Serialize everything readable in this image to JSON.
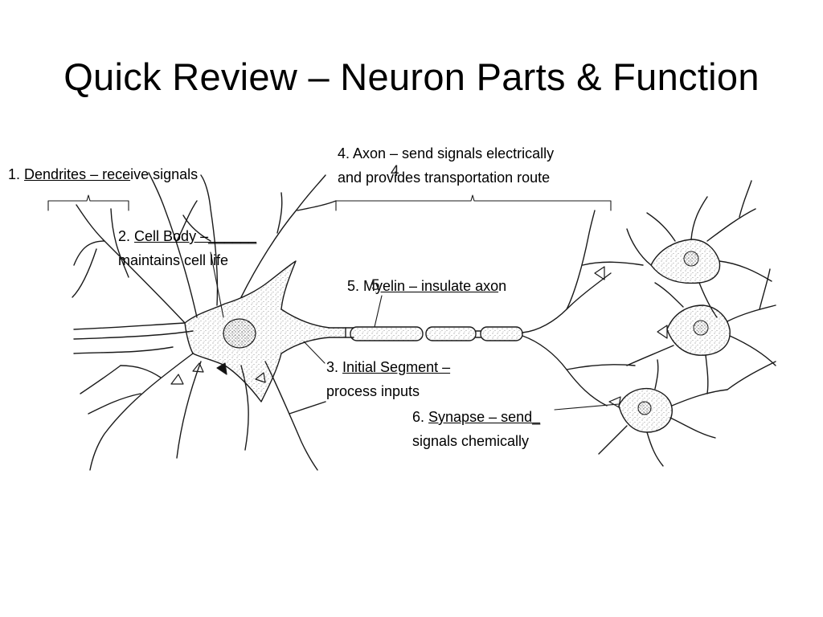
{
  "slide": {
    "title": "Quick Review – Neuron Parts & Function"
  },
  "labels": {
    "dendrites": {
      "number": "1.",
      "name": "Dendrites – rece",
      "rest": "ive signals"
    },
    "cell_body": {
      "number": "2.",
      "name": "Cell Body –",
      "blank": "______",
      "line2": "maintains cell life"
    },
    "initial_segment": {
      "number": "3.",
      "name": "Initial Segment –",
      "line2": "process inputs"
    },
    "axon": {
      "line1": "4. Axon – send signals electrically",
      "line2": "and provides transportation route",
      "marker": "4"
    },
    "myelin": {
      "number": "5. M",
      "name": "yelin – insulate axo",
      "rest": "n",
      "marker": "5"
    },
    "synapse": {
      "number": "6.",
      "name": "Synapse – send",
      "blank": "_",
      "line2": "signals chemically"
    }
  },
  "colors": {
    "ink": "#1a1a1a",
    "stipple": "#555555",
    "background": "#ffffff"
  }
}
